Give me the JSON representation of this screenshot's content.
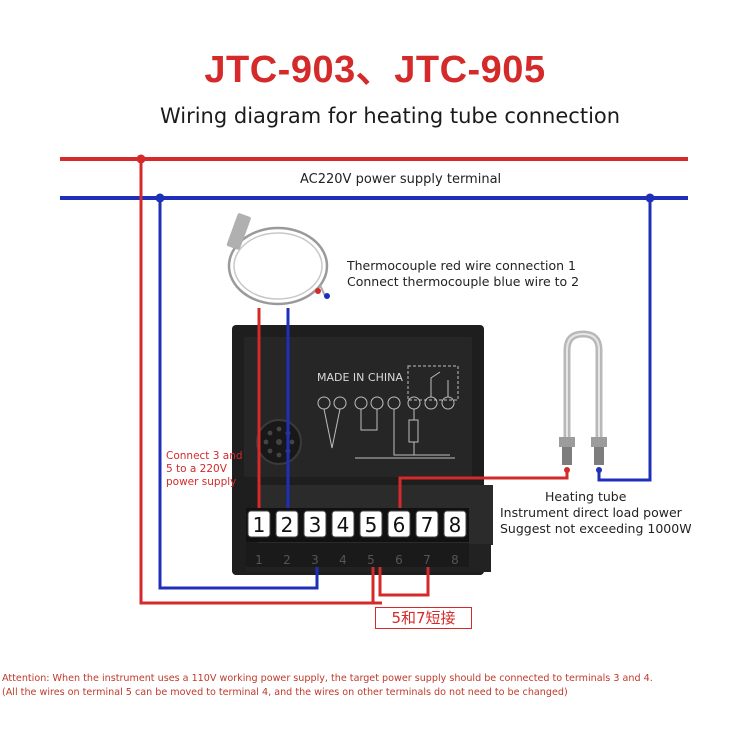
{
  "title": "JTC-903、JTC-905",
  "subtitle": "Wiring diagram for heating tube connection",
  "power_label": "AC220V power supply terminal",
  "thermocouple_notes": [
    "Thermocouple red wire connection 1",
    "Connect thermocouple blue wire to 2"
  ],
  "connect_note": "Connect 3 and 5 to a 220V power supply",
  "device_label": "MADE IN CHINA",
  "heating_notes": {
    "title": "Heating tube",
    "lines": [
      "Instrument direct load power",
      "Suggest not exceeding 1000W"
    ]
  },
  "terminals": [
    "1",
    "2",
    "3",
    "4",
    "5",
    "6",
    "7",
    "8"
  ],
  "short_link_label": "5和7短接",
  "attention": [
    "Attention: When the instrument uses a 110V working power supply, the target power supply should be connected to terminals 3 and 4.",
    "(All the wires on terminal 5 can be moved to terminal 4, and the wires on other terminals do not need to be changed)"
  ],
  "colors": {
    "live": "#d42a2a",
    "neutral": "#1f2fb8",
    "device": "#1e1e1e",
    "accent": "#d42a2a"
  }
}
